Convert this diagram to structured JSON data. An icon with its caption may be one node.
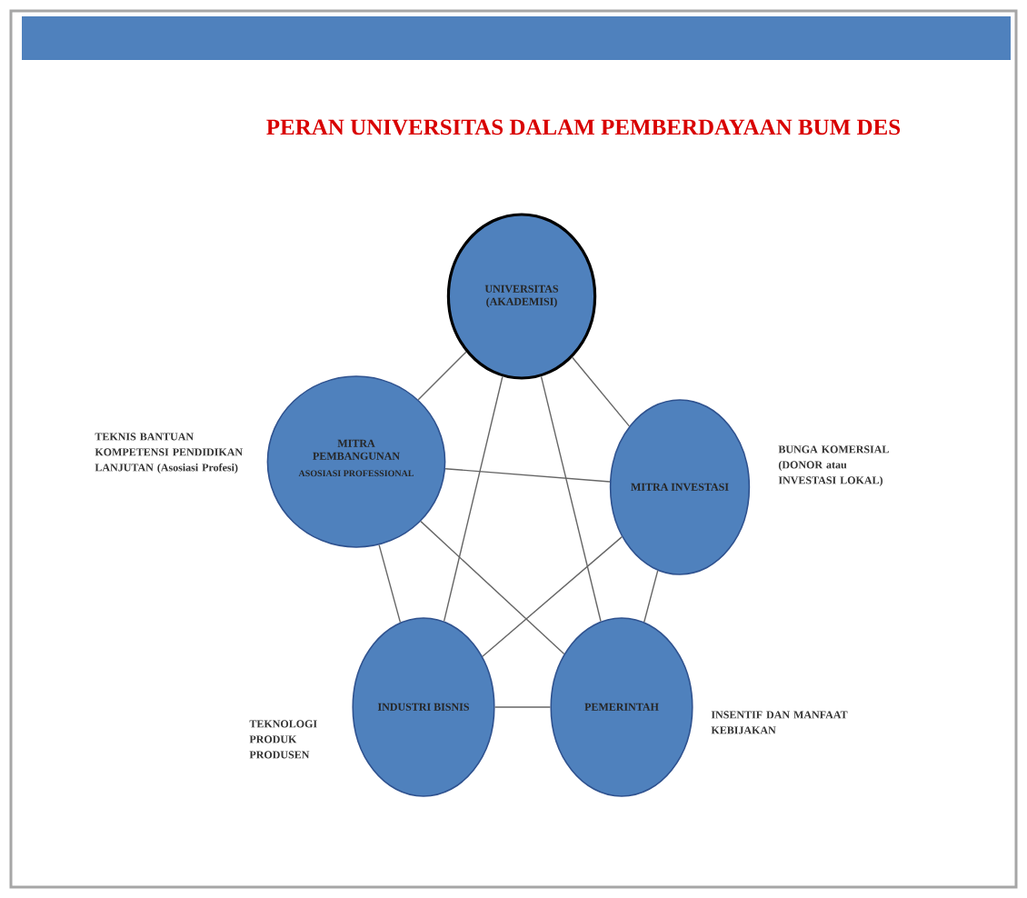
{
  "diagram": {
    "title": "PERAN UNIVERSITAS DALAM PEMBERDAYAAN BUM DES",
    "nodes": [
      {
        "text": [
          "UNIVERSITAS (AKADEMISI)"
        ]
      },
      {
        "text": [
          "MITRA PEMBANGUNAN",
          "ASOSIASI PROFESSIONAL"
        ],
        "beside": [
          "TEKNIS BANTUAN KOMPETENSI PENDIDIKAN LANJUTAN (Asosiasi Profesi)"
        ]
      },
      {
        "text": [
          "MITRA INVESTASI"
        ],
        "beside": [
          "BUNGA KOMERSIAL (DONOR atau INVESTASI LOKAL)"
        ]
      },
      {
        "text": [
          "INDUSTRI BISNIS"
        ],
        "beside": [
          "TEKNOLOGI PRODUK PRODUSEN"
        ]
      },
      {
        "text": [
          "PEMERINTAH"
        ],
        "beside": [
          "INSENTIF DAN MANFAAT KEBIJAKAN"
        ]
      }
    ],
    "edges": [
      {
        "from": 0,
        "to": 1,
        "arrow": "none"
      },
      {
        "from": 0,
        "to": 2,
        "arrow": "none"
      },
      {
        "from": 0,
        "to": 3,
        "arrow": "none"
      },
      {
        "from": 0,
        "to": 4,
        "arrow": "none"
      },
      {
        "from": 1,
        "to": 2,
        "arrow": "none"
      },
      {
        "from": 1,
        "to": 3,
        "arrow": "none"
      },
      {
        "from": 1,
        "to": 4,
        "arrow": "none"
      },
      {
        "from": 2,
        "to": 3,
        "arrow": "none"
      },
      {
        "from": 2,
        "to": 4,
        "arrow": "none"
      },
      {
        "from": 3,
        "to": 4,
        "arrow": "none"
      }
    ]
  }
}
